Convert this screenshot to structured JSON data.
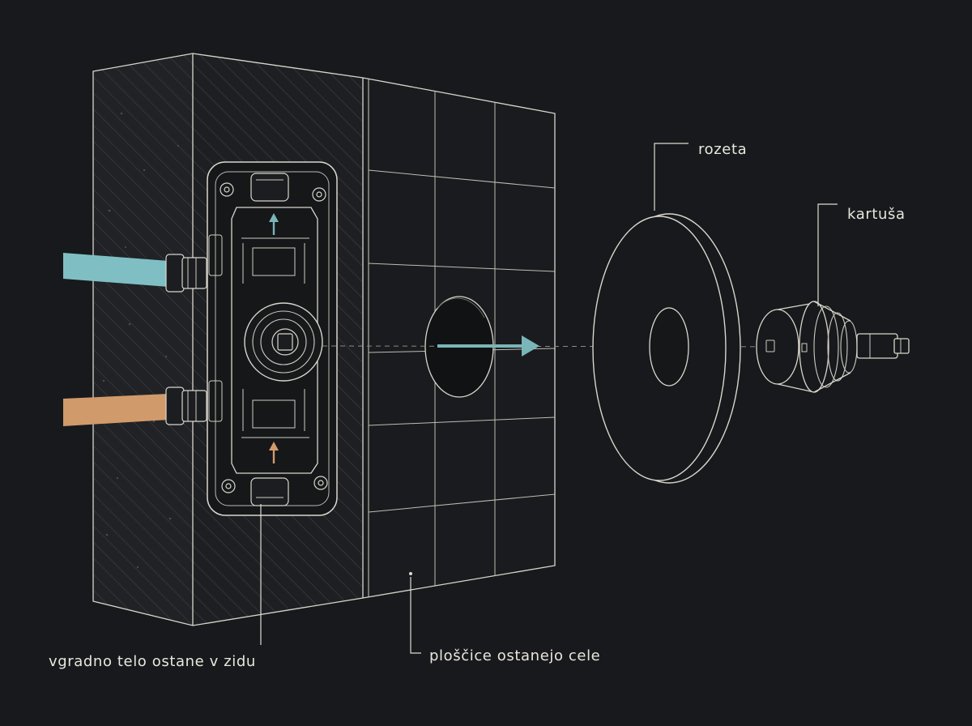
{
  "labels": {
    "rozeta": "rozeta",
    "kartusa": "kartuša",
    "body": "vgradno telo ostane v zidu",
    "tiles": "ploščice ostanejo cele"
  },
  "colors": {
    "background": "#17191c",
    "line": "#d9d6cc",
    "cold_water": "#7fbfc4",
    "hot_water": "#d19a6b",
    "arrow": "#7ab5b8"
  }
}
